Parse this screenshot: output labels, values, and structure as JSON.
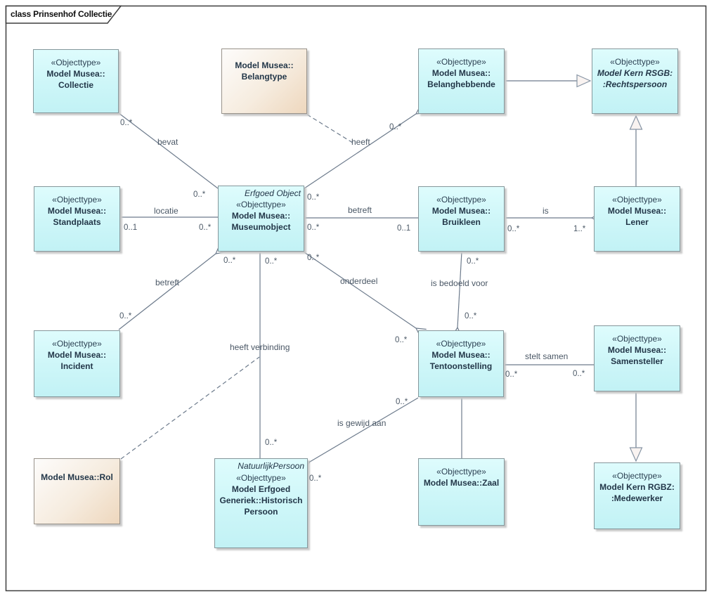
{
  "frame": {
    "title": "class Prinsenhof Collectie"
  },
  "colors": {
    "class_fill": "#cdf6f8",
    "note_fill": "#eed7bd",
    "edge_line": "#6d7b8c",
    "frame_border": "#3e3e3e"
  },
  "classes": {
    "collectie": {
      "stereotype": "«Objecttype»",
      "name_lines": [
        "Model Musea::",
        "Collectie"
      ]
    },
    "belangtype": {
      "name_lines": [
        "Model Musea::",
        "Belangtype"
      ]
    },
    "belanghebbende": {
      "stereotype": "«Objecttype»",
      "name_lines": [
        "Model Musea::",
        "Belanghebbende"
      ]
    },
    "rechtspersoon": {
      "stereotype": "«Objecttype»",
      "name_lines": [
        "Model Kern RSGB:",
        ":Rechtspersoon"
      ]
    },
    "standplaats": {
      "stereotype": "«Objecttype»",
      "name_lines": [
        "Model Musea::",
        "Standplaats"
      ]
    },
    "museumobject": {
      "tag": "Erfgoed Object",
      "stereotype": "«Objecttype»",
      "name_lines": [
        "Model Musea::",
        "Museumobject"
      ]
    },
    "bruikleen": {
      "stereotype": "«Objecttype»",
      "name_lines": [
        "Model Musea::",
        "Bruikleen"
      ]
    },
    "lener": {
      "stereotype": "«Objecttype»",
      "name_lines": [
        "Model Musea::",
        "Lener"
      ]
    },
    "incident": {
      "stereotype": "«Objecttype»",
      "name_lines": [
        "Model Musea::",
        "Incident"
      ]
    },
    "rol": {
      "name_lines": [
        "Model Musea::Rol"
      ]
    },
    "historisch_persoon": {
      "tag": "NatuurlijkPersoon",
      "stereotype": "«Objecttype»",
      "name_lines": [
        "Model Erfgoed",
        "Generiek::Historisch",
        "Persoon"
      ]
    },
    "tentoonstelling": {
      "stereotype": "«Objecttype»",
      "name_lines": [
        "Model Musea::",
        "Tentoonstelling"
      ]
    },
    "zaal": {
      "stereotype": "«Objecttype»",
      "name_lines": [
        "Model Musea::Zaal"
      ]
    },
    "samensteller": {
      "stereotype": "«Objecttype»",
      "name_lines": [
        "Model Musea::",
        "Samensteller"
      ]
    },
    "medewerker": {
      "stereotype": "«Objecttype»",
      "name_lines": [
        "Model Kern RGBZ:",
        ":Medewerker"
      ]
    }
  },
  "associations": {
    "bevat": {
      "label": "bevat",
      "collectie_end": "0..*",
      "museumobject_end": "0..*"
    },
    "heeft": {
      "label": "heeft",
      "museumobject_end": "0..*",
      "belanghebbende_end": "0..*"
    },
    "locatie": {
      "label": "locatie",
      "standplaats_end": "0..1",
      "museumobject_end": "0..*"
    },
    "betreft_incident": {
      "label": "betreft",
      "incident_end": "0..*",
      "museumobject_end": "0..*"
    },
    "heeft_verbinding": {
      "label": "heeft verbinding",
      "museumobject_end": "0..*",
      "persoon_end": "0..*"
    },
    "onderdeel": {
      "label": "onderdeel",
      "museumobject_end": "0..*",
      "tentoonstelling_end": "0..*"
    },
    "betreft_bruikleen": {
      "label": "betreft",
      "bruikleen_end": "0..1",
      "museumobject_end": "0..*"
    },
    "is": {
      "label": "is",
      "bruikleen_end": "0..*",
      "lener_end": "1..*"
    },
    "is_bedoeld_voor": {
      "label": "is bedoeld voor",
      "bruikleen_end": "0..*",
      "tentoonstelling_end": "0..*"
    },
    "stelt_samen": {
      "label": "stelt samen",
      "samensteller_end": "0..*",
      "tentoonstelling_end": "0..*"
    },
    "is_gewijd_aan": {
      "label": "is gewijd aan",
      "tentoonstelling_end": "0..*",
      "persoon_end": "0..*"
    }
  }
}
